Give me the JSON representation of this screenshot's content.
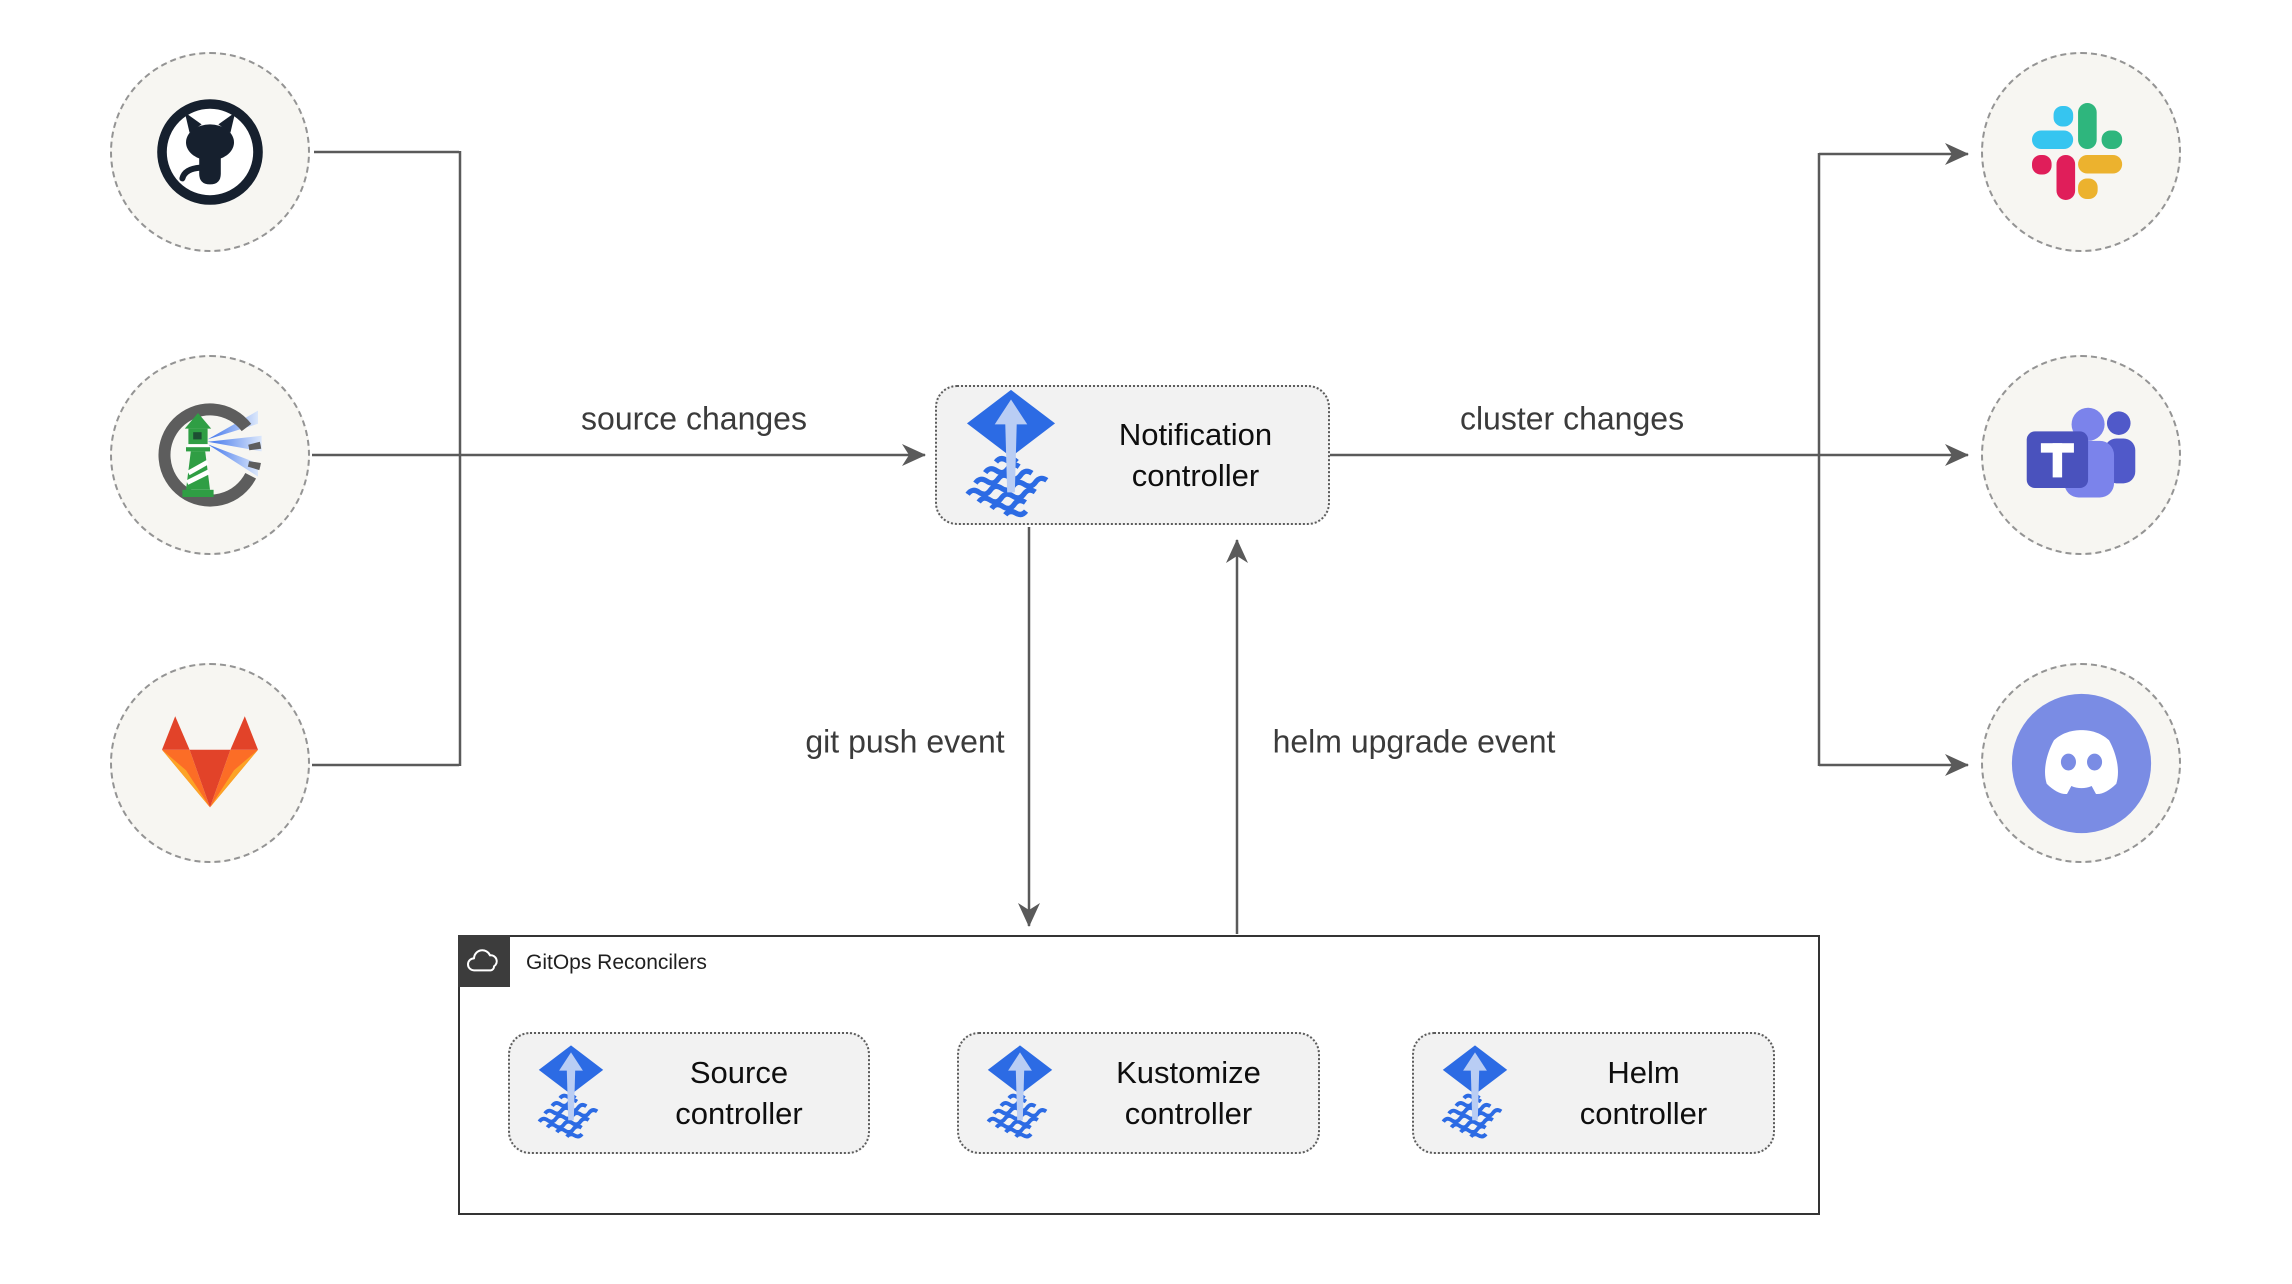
{
  "edges": {
    "source_changes": "source changes",
    "cluster_changes": "cluster changes",
    "git_push_event": "git push event",
    "helm_upgrade_event": "helm upgrade event"
  },
  "nodes": {
    "notification": {
      "line1": "Notification",
      "line2": "controller"
    },
    "sources": [
      {
        "name": "GitHub",
        "icon": "github-icon"
      },
      {
        "name": "Harbor",
        "icon": "harbor-icon"
      },
      {
        "name": "GitLab",
        "icon": "gitlab-icon"
      }
    ],
    "providers": [
      {
        "name": "Slack",
        "icon": "slack-icon"
      },
      {
        "name": "Microsoft Teams",
        "icon": "teams-icon"
      },
      {
        "name": "Discord",
        "icon": "discord-icon"
      }
    ]
  },
  "reconcilers": {
    "title": "GitOps Reconcilers",
    "items": [
      {
        "line1": "Source",
        "line2": "controller"
      },
      {
        "line1": "Kustomize",
        "line2": "controller"
      },
      {
        "line1": "Helm",
        "line2": "controller"
      }
    ]
  },
  "colors": {
    "flux_blue": "#2c6be4",
    "flux_arrow_light": "#b9cdf4",
    "connector": "#5a5a5a",
    "node_fill": "#f7f6f2",
    "node_border": "#949494",
    "box_fill": "#f2f2f2",
    "group_border": "#343434",
    "slack_blue": "#36c5f0",
    "slack_green": "#2eb67d",
    "slack_yellow": "#ecb22e",
    "slack_red": "#e01e5a",
    "gitlab_red": "#e24329",
    "gitlab_orange": "#fc6d26",
    "gitlab_yellow": "#fca326",
    "teams_purple": "#4a52bd",
    "discord_periwinkle": "#7a8ce4",
    "harbor_green": "#2f9e44",
    "github_dark": "#16202e"
  }
}
